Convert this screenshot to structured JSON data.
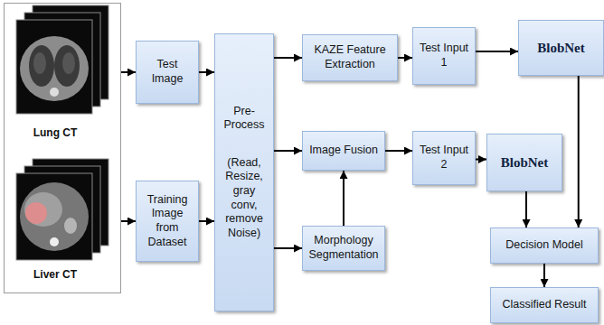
{
  "diagram": {
    "nodes": [
      {
        "text": [
          "Lung CT",
          "Liver CT"
        ]
      },
      {
        "text": [
          "Test Image"
        ]
      },
      {
        "text": [
          "Training Image from Dataset"
        ]
      },
      {
        "text": [
          "Pre-Process",
          "(Read, Resize, gray conv, remove Noise)"
        ]
      },
      {
        "text": [
          "KAZE Feature Extraction"
        ]
      },
      {
        "text": [
          "Image Fusion"
        ]
      },
      {
        "text": [
          "Morphology Segmentation"
        ]
      },
      {
        "text": [
          "Test Input 1"
        ]
      },
      {
        "text": [
          "Test Input 2"
        ]
      },
      {
        "text": [
          "BlobNet"
        ]
      },
      {
        "text": [
          "BlobNet"
        ]
      },
      {
        "text": [
          "Decision Model"
        ]
      },
      {
        "text": [
          "Classified Result"
        ]
      }
    ],
    "edges": [
      {
        "from": 0,
        "to": 1,
        "arrow": "to"
      },
      {
        "from": 0,
        "to": 2,
        "arrow": "to"
      },
      {
        "from": 1,
        "to": 3,
        "arrow": "to"
      },
      {
        "from": 2,
        "to": 3,
        "arrow": "to"
      },
      {
        "from": 3,
        "to": 4,
        "arrow": "to"
      },
      {
        "from": 3,
        "to": 5,
        "arrow": "to"
      },
      {
        "from": 3,
        "to": 6,
        "arrow": "to"
      },
      {
        "from": 6,
        "to": 5,
        "arrow": "to"
      },
      {
        "from": 4,
        "to": 7,
        "arrow": "to"
      },
      {
        "from": 5,
        "to": 8,
        "arrow": "to"
      },
      {
        "from": 7,
        "to": 9,
        "arrow": "to"
      },
      {
        "from": 8,
        "to": 10,
        "arrow": "to"
      },
      {
        "from": 10,
        "to": 11,
        "arrow": "to"
      },
      {
        "from": 9,
        "to": 11,
        "arrow": "to"
      },
      {
        "from": 11,
        "to": 12,
        "arrow": "to"
      }
    ]
  }
}
